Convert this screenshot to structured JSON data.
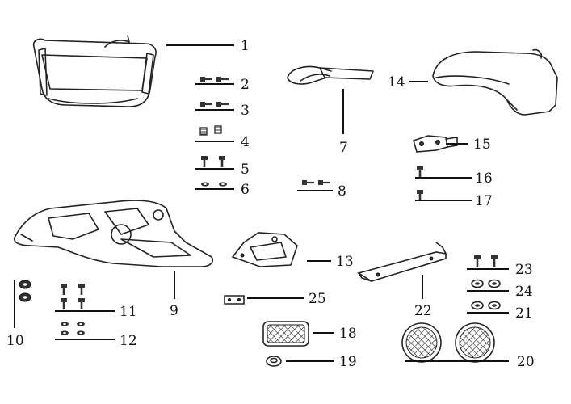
{
  "diagram": {
    "callouts": [
      "1",
      "2",
      "3",
      "4",
      "5",
      "6",
      "7",
      "8",
      "9",
      "10",
      "11",
      "12",
      "13",
      "14",
      "15",
      "16",
      "17",
      "18",
      "19",
      "20",
      "21",
      "22",
      "23",
      "24",
      "25"
    ]
  }
}
